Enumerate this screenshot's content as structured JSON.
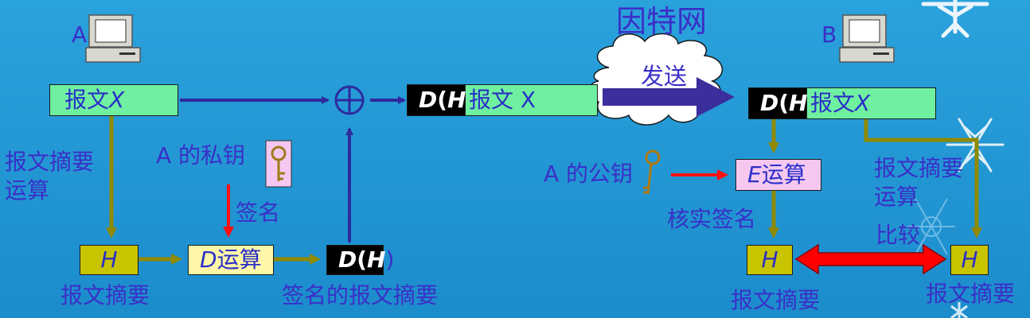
{
  "top": {
    "internet": "因特网",
    "send": "发送"
  },
  "left": {
    "pc_label": "A",
    "msg_prefix": "报文 ",
    "msg_x": "X",
    "digest_op_line1": "报文摘要",
    "digest_op_line2": "运算",
    "private_key": "A 的私钥",
    "sign": "签名",
    "h": "H",
    "d_op_letter": "D",
    "d_op_text": " 运算",
    "dh_d": "D",
    "dh_open": "(",
    "dh_h": "H",
    "dh_close": ")",
    "digest_label": "报文摘要",
    "signed_digest_label": "签名的报文摘要"
  },
  "middle": {
    "dh_d": "D",
    "dh_open": "(",
    "dh_h": "H",
    "dh_close": ")",
    "msg_text": " 报文 X"
  },
  "right": {
    "pc_label": "B",
    "dh_d": "D",
    "dh_open": "(",
    "dh_h": "H",
    "dh_close": ")",
    "msg_text": " 报文 ",
    "msg_x": "X",
    "public_key": "A 的公钥",
    "e_letter": "E",
    "e_text": " 运算",
    "verify": "核实签名",
    "digest_op_line1": "报文摘要",
    "digest_op_line2": "运算",
    "compare": "比较",
    "h1": "H",
    "h2": "H",
    "digest_label1": "报文摘要",
    "digest_label2": "报文摘要"
  },
  "colors": {
    "background": "#1e9ad8",
    "text": "#3a2fc8",
    "green_box": "#6ff0a0",
    "olive": "#8f8a00",
    "navy_arrow": "#2e2a9e",
    "red_arrow": "#ff0000"
  }
}
